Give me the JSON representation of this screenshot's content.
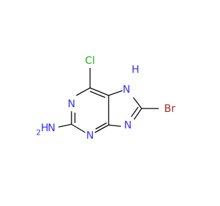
{
  "colors": {
    "carbon_bond": "#000000",
    "nitrogen": "#3333ff",
    "chlorine": "#1fb51f",
    "bromine": "#a52a2a"
  },
  "atoms": {
    "cl": "Cl",
    "n1": "N",
    "n3": "N",
    "n7": "N",
    "h7": "H",
    "n9": "N",
    "br": "Br",
    "nh2_n": "N",
    "nh2_h": "H",
    "nh2_h2_subscript": "2"
  }
}
